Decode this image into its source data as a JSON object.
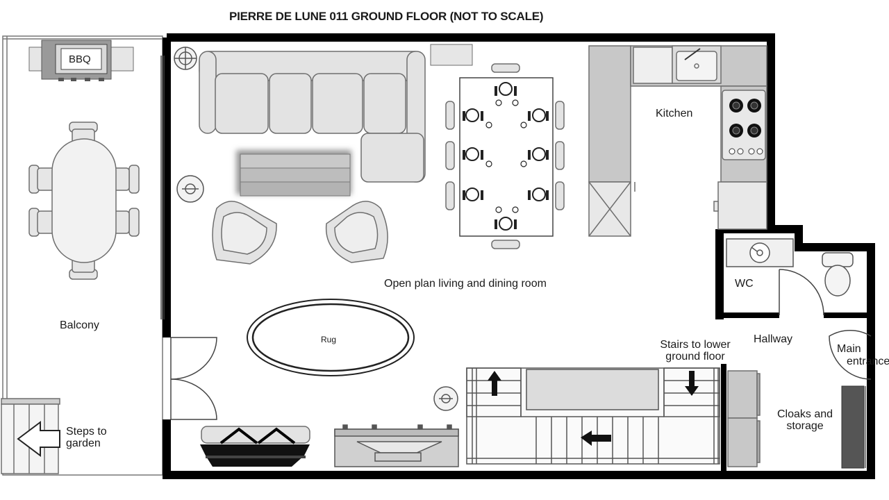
{
  "title": "PIERRE DE LUNE 011 GROUND FLOOR (NOT TO SCALE)",
  "rooms": {
    "kitchen": "Kitchen",
    "living": "Open plan living and dining room",
    "wc": "WC",
    "hallway": "Hallway",
    "balcony": "Balcony",
    "main_entrance_1": "Main",
    "main_entrance_2": "entrance",
    "cloaks_1": "Cloaks and",
    "cloaks_2": "storage",
    "stairs_1": "Stairs to lower",
    "stairs_2": "ground floor",
    "steps_1": "Steps to",
    "steps_2": "garden"
  },
  "furniture": {
    "bbq": "BBQ",
    "rug": "Rug"
  },
  "colors": {
    "wall": "#000000",
    "furniture_fill": "#e6e6e6",
    "furniture_stroke": "#6e6e6e",
    "counter": "#c8c8c8",
    "dark_fill": "#555555"
  }
}
